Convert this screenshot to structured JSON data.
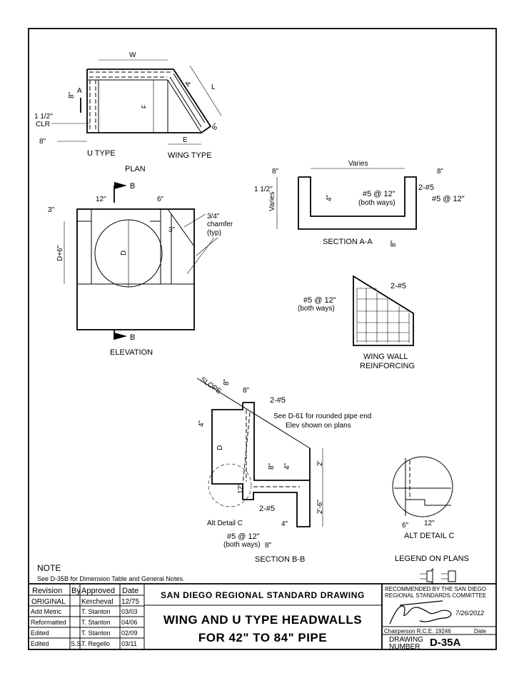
{
  "plan": {
    "title": "PLAN",
    "u_type": "U TYPE",
    "wing_type": "WING TYPE",
    "w": "W",
    "f": "F",
    "e": "E",
    "l": "L",
    "a1": "A",
    "a2": "A",
    "d8a": "8\"",
    "d8b": "8\"",
    "d8c": "8\"",
    "clr1": "1 1/2\"",
    "clr2": "CLR"
  },
  "elevation": {
    "title": "ELEVATION",
    "b_top": "B",
    "b_bot": "B",
    "d12": "12\"",
    "d6": "6\"",
    "d3a": "3\"",
    "d3b": "3\"",
    "d_plus": "D+6\"",
    "d": "D",
    "chamfer1": "3/4\"",
    "chamfer2": "chamfer",
    "chamfer3": "(typ)"
  },
  "section_aa": {
    "title": "SECTION A-A",
    "varies_top": "Varies",
    "varies_side": "Varies",
    "d8l": "8\"",
    "d8r": "8\"",
    "d8b": "8\"",
    "d4": "4\"",
    "clr": "1 1/2\"",
    "bars2": "2-#5",
    "bars_side": "#5 @ 12\"",
    "bars_mid": "#5 @ 12\"",
    "both": "(both ways)"
  },
  "wing_reinf": {
    "title1": "WING WALL",
    "title2": "REINFORCING",
    "bars2": "2-#5",
    "bars": "#5 @ 12\"",
    "both": "(both ways)"
  },
  "section_bb": {
    "title": "SECTION B-B",
    "slope": "SLOPE",
    "d8a": "8\"",
    "d8b": "8\"",
    "d8c": "8\"",
    "d4a": "4\"",
    "d4b": "4\"",
    "d4c": "4\"",
    "d12": "12\"",
    "d2": "2'",
    "d26": "2'-6\"",
    "d": "D",
    "bars2a": "2-#5",
    "bars2b": "2-#5",
    "see": "See D-61 for rounded pipe end",
    "elev": "Elev shown on plans",
    "alt": "Alt Detail C",
    "bars": "#5 @ 12\"",
    "both": "(both ways)"
  },
  "alt_detail": {
    "title": "ALT DETAIL C",
    "d6": "6\"",
    "d12": "12\""
  },
  "legend": {
    "title": "LEGEND ON PLANS"
  },
  "note": {
    "title": "NOTE",
    "text": "See D-35B for Dimension Table and General Notes."
  },
  "revisions": {
    "headers": [
      "Revision",
      "By",
      "Approved",
      "Date"
    ],
    "rows": [
      [
        "ORIGINAL",
        "",
        "Kercheval",
        "12/75"
      ],
      [
        "Add Metric",
        "",
        "T. Stanton",
        "03/03"
      ],
      [
        "Reformatted",
        "",
        "T. Stanton",
        "04/06"
      ],
      [
        "Edited",
        "",
        "T. Stanton",
        "02/09"
      ],
      [
        "Edited",
        "S.S.",
        "T. Regello",
        "03/11"
      ]
    ]
  },
  "title_block": {
    "agency": "SAN DIEGO REGIONAL STANDARD DRAWING",
    "title1": "WING AND U TYPE HEADWALLS",
    "title2": "FOR 42\" TO 84\" PIPE",
    "recommended1": "RECOMMENDED BY THE SAN DIEGO",
    "recommended2": "REGIONAL STANDARDS COMMITTEE",
    "signature_date": "7/26/2012",
    "signer": "Chairperson R.C.E. 19246",
    "date_label": "Date",
    "drawing_label1": "DRAWING",
    "drawing_label2": "NUMBER",
    "drawing_number": "D-35A"
  }
}
